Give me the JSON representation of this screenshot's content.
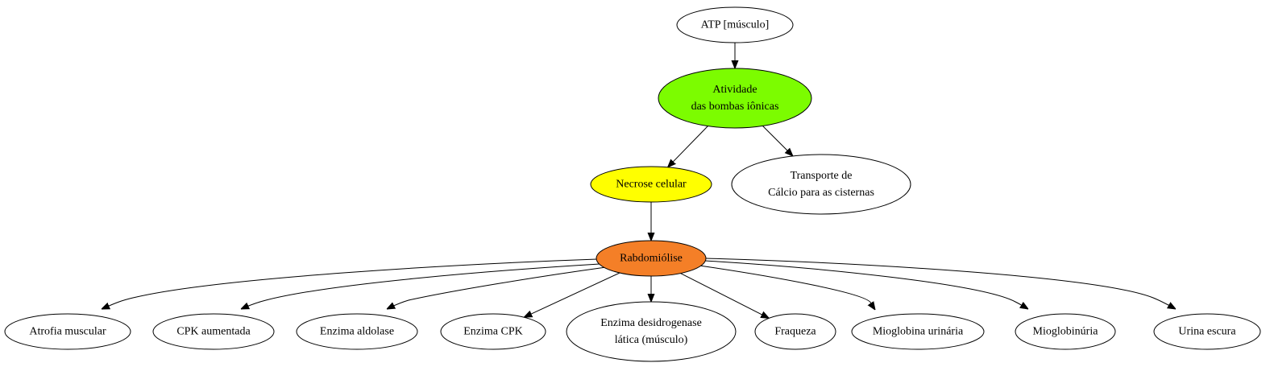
{
  "nodes": [
    {
      "id": "atp",
      "lines": [
        "ATP [músculo]"
      ],
      "fill": "#ffffff"
    },
    {
      "id": "bombas",
      "lines": [
        "Atividade",
        "das bombas iônicas"
      ],
      "fill": "#7cfc00"
    },
    {
      "id": "necrose",
      "lines": [
        "Necrose celular"
      ],
      "fill": "#ffff00"
    },
    {
      "id": "transporte",
      "lines": [
        "Transporte de",
        "Cálcio para as cisternas"
      ],
      "fill": "#ffffff"
    },
    {
      "id": "rabdo",
      "lines": [
        "Rabdomiólise"
      ],
      "fill": "#f47f27"
    },
    {
      "id": "atrofia",
      "lines": [
        "Atrofia muscular"
      ],
      "fill": "#ffffff"
    },
    {
      "id": "cpk_aumentada",
      "lines": [
        "CPK aumentada"
      ],
      "fill": "#ffffff"
    },
    {
      "id": "aldolase",
      "lines": [
        "Enzima aldolase"
      ],
      "fill": "#ffffff"
    },
    {
      "id": "enzima_cpk",
      "lines": [
        "Enzima CPK"
      ],
      "fill": "#ffffff"
    },
    {
      "id": "ldh",
      "lines": [
        "Enzima desidrogenase",
        "lática (músculo)"
      ],
      "fill": "#ffffff"
    },
    {
      "id": "fraqueza",
      "lines": [
        "Fraqueza"
      ],
      "fill": "#ffffff"
    },
    {
      "id": "mio_urinaria",
      "lines": [
        "Mioglobina urinária"
      ],
      "fill": "#ffffff"
    },
    {
      "id": "mioglobinuria",
      "lines": [
        "Mioglobinúria"
      ],
      "fill": "#ffffff"
    },
    {
      "id": "urina_escura",
      "lines": [
        "Urina escura"
      ],
      "fill": "#ffffff"
    }
  ],
  "edges": [
    {
      "from": "atp",
      "to": "bombas"
    },
    {
      "from": "bombas",
      "to": "necrose"
    },
    {
      "from": "bombas",
      "to": "transporte"
    },
    {
      "from": "necrose",
      "to": "rabdo"
    },
    {
      "from": "rabdo",
      "to": "atrofia"
    },
    {
      "from": "rabdo",
      "to": "cpk_aumentada"
    },
    {
      "from": "rabdo",
      "to": "aldolase"
    },
    {
      "from": "rabdo",
      "to": "enzima_cpk"
    },
    {
      "from": "rabdo",
      "to": "ldh"
    },
    {
      "from": "rabdo",
      "to": "fraqueza"
    },
    {
      "from": "rabdo",
      "to": "mio_urinaria"
    },
    {
      "from": "rabdo",
      "to": "mioglobinuria"
    },
    {
      "from": "rabdo",
      "to": "urina_escura"
    }
  ]
}
